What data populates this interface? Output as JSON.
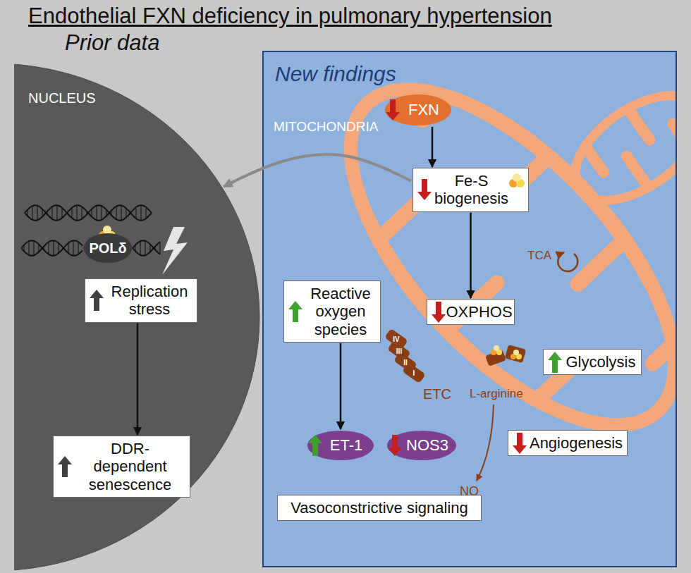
{
  "diagram": {
    "title": "Endothelial FXN deficiency in pulmonary hypertension",
    "nodes": [
      {
        "text": [
          "NUCLEUS"
        ]
      },
      {
        "text": [
          "POLδ"
        ],
        "in": 0
      },
      {
        "text": [
          "Replication stress"
        ],
        "in": 0
      },
      {
        "text": [
          "DDR-dependent senescence"
        ],
        "in": 0
      },
      {
        "text": [
          "New findings"
        ]
      },
      {
        "text": [
          "FXN"
        ],
        "in": 4
      },
      {
        "text": [
          "Fe-S biogenesis"
        ],
        "in": 4
      },
      {
        "text": [
          "OXPHOS"
        ],
        "in": 4
      },
      {
        "text": [
          "Reactive oxygen species"
        ],
        "in": 4
      },
      {
        "text": [
          "Glycolysis"
        ],
        "in": 4
      },
      {
        "text": [
          "ET-1"
        ],
        "in": 4
      },
      {
        "text": [
          "NOS3"
        ],
        "in": 4
      },
      {
        "text": [
          "Angiogenesis"
        ],
        "in": 4
      },
      {
        "text": [
          "Vasoconstrictive signaling"
        ],
        "in": 4
      }
    ],
    "edges": [
      {
        "from": 5,
        "to": 6,
        "arrow": "to"
      },
      {
        "from": 6,
        "to": 7,
        "arrow": "to"
      },
      {
        "from": 6,
        "to": 0,
        "arrow": "to"
      },
      {
        "from": 2,
        "to": 3,
        "arrow": "to"
      },
      {
        "from": 8,
        "to": 10,
        "arrow": "to"
      }
    ],
    "labels": [
      "Prior data",
      "MITOCHONDRIA",
      "TCA",
      "IV",
      "III",
      "II",
      "I",
      "ETC",
      "L-arginine",
      "NO"
    ]
  }
}
